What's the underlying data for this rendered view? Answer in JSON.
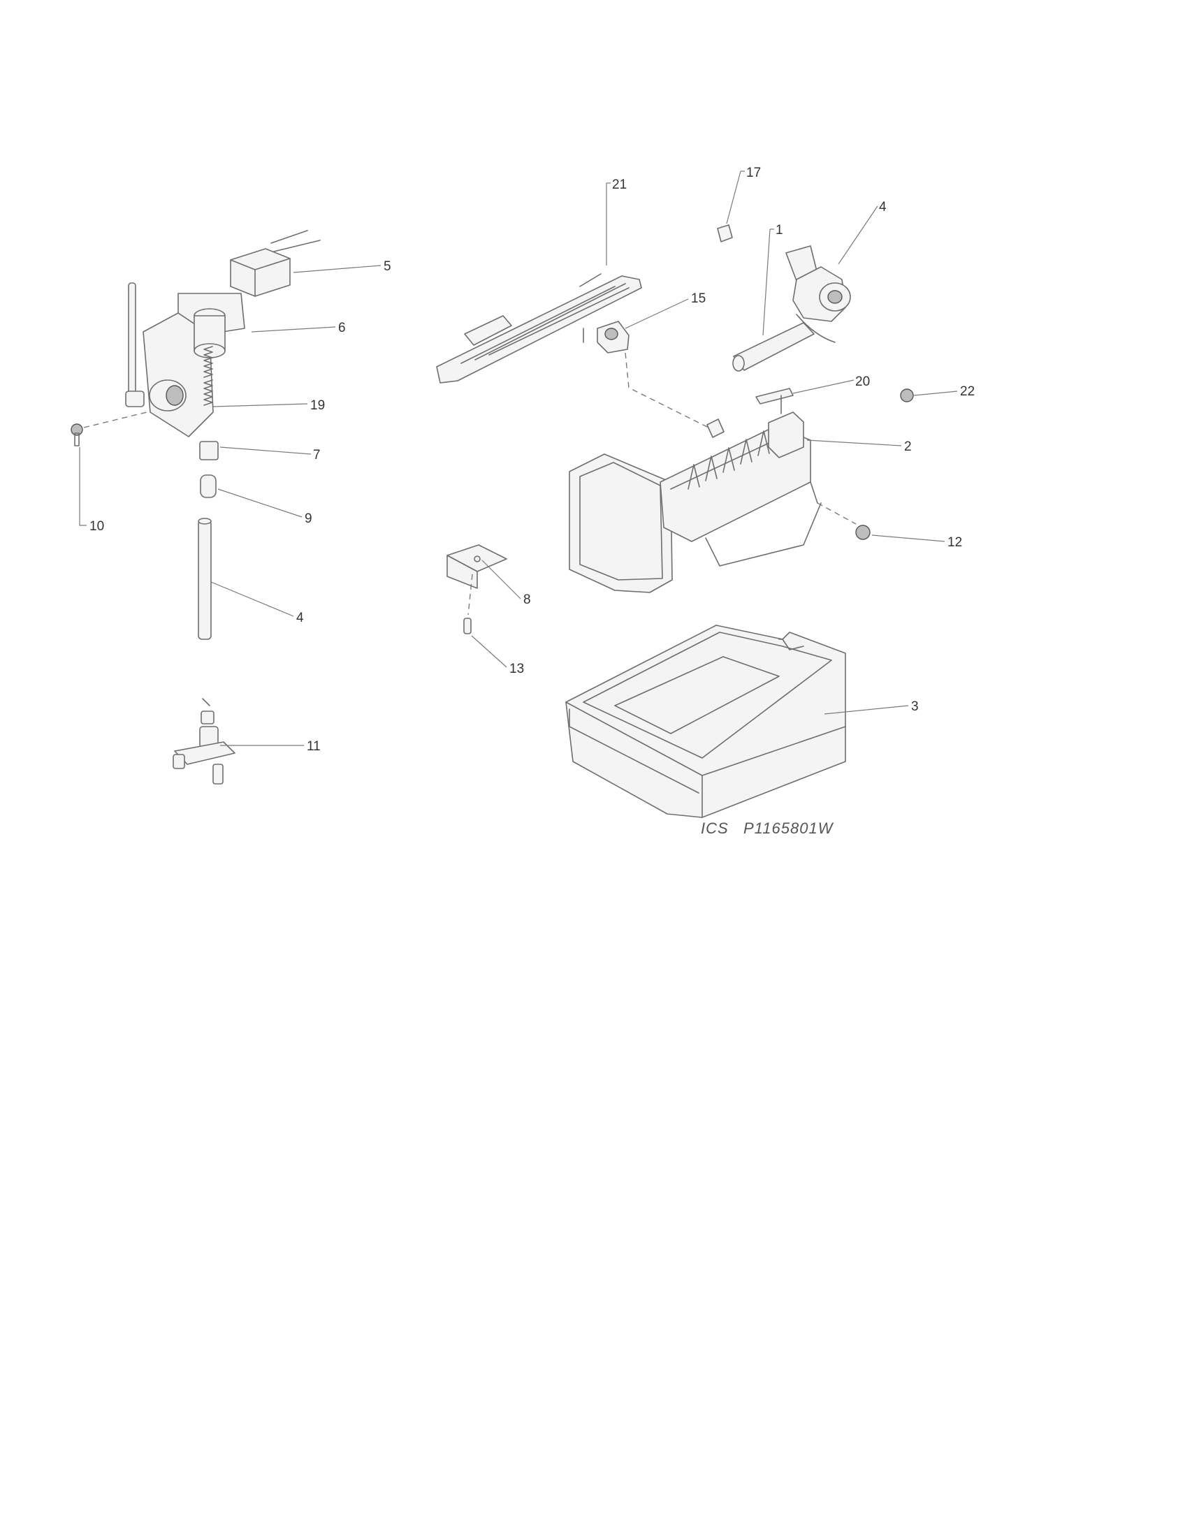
{
  "diagram": {
    "code": "ICS   P1165801W",
    "labels": [
      "21",
      "17",
      "1",
      "4",
      "5",
      "6",
      "15",
      "19",
      "20",
      "22",
      "7",
      "2",
      "10",
      "9",
      "12",
      "4",
      "8",
      "13",
      "3",
      "11"
    ]
  }
}
